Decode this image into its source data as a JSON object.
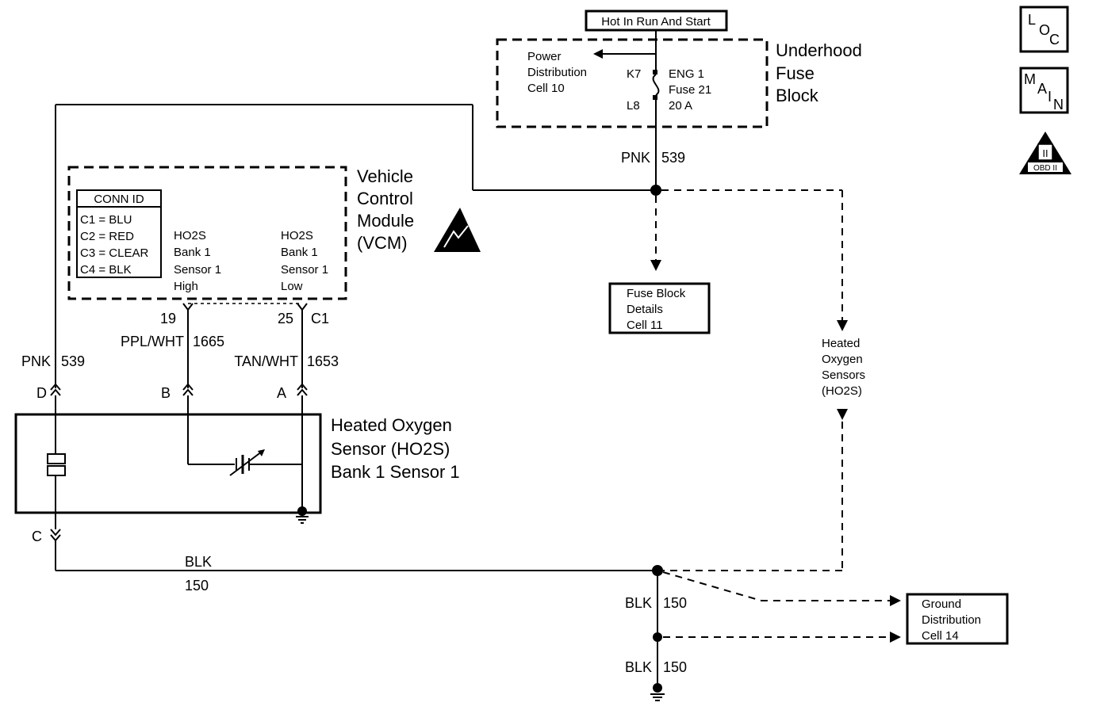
{
  "header": {
    "hot_label": "Hot In Run And Start"
  },
  "fuse_block": {
    "title_line1": "Underhood",
    "title_line2": "Fuse",
    "title_line3": "Block",
    "pdc_line1": "Power",
    "pdc_line2": "Distribution",
    "pdc_line3": "Cell 10",
    "k7": "K7",
    "l8": "L8",
    "fuse_line1": "ENG 1",
    "fuse_line2": "Fuse 21",
    "fuse_line3": "20 A"
  },
  "wire_top": {
    "color": "PNK",
    "circuit": "539"
  },
  "vcm": {
    "title_line1": "Vehicle",
    "title_line2": "Control",
    "title_line3": "Module",
    "title_line4": "(VCM)",
    "conn_id_title": "CONN ID",
    "conn_ids": [
      "C1 = BLU",
      "C2 = RED",
      "C3 = CLEAR",
      "C4 = BLK"
    ],
    "high_lines": [
      "HO2S",
      "Bank 1",
      "Sensor 1",
      "High"
    ],
    "low_lines": [
      "HO2S",
      "Bank 1",
      "Sensor 1",
      "Low"
    ],
    "pin_high": "19",
    "pin_low": "25",
    "conn_low": "C1"
  },
  "wires": {
    "left_color": "PNK",
    "left_circuit": "539",
    "ppl_color": "PPL/WHT",
    "ppl_circuit": "1665",
    "tan_color": "TAN/WHT",
    "tan_circuit": "1653",
    "bottom_color": "BLK",
    "bottom_circuit": "150",
    "gnd1_color": "BLK",
    "gnd1_circuit": "150",
    "gnd2_color": "BLK",
    "gnd2_circuit": "150"
  },
  "sensor": {
    "title_line1": "Heated Oxygen",
    "title_line2": "Sensor (HO2S)",
    "title_line3": "Bank 1 Sensor 1",
    "pin_d": "D",
    "pin_b": "B",
    "pin_a": "A",
    "pin_c": "C"
  },
  "fuse_details": {
    "line1": "Fuse Block",
    "line2": "Details",
    "line3": "Cell 11"
  },
  "ho2s_ref": {
    "line1": "Heated",
    "line2": "Oxygen",
    "line3": "Sensors",
    "line4": "(HO2S)"
  },
  "ground_dist": {
    "line1": "Ground",
    "line2": "Distribution",
    "line3": "Cell 14"
  },
  "badges": {
    "loc_l": "L",
    "loc_o": "O",
    "loc_c": "C",
    "main_m": "M",
    "main_a": "A",
    "main_i": "I",
    "main_n": "N",
    "obd_numeral": "II",
    "obd_text": "OBD II"
  },
  "colors": {
    "ink": "#000000",
    "paper": "#ffffff"
  }
}
